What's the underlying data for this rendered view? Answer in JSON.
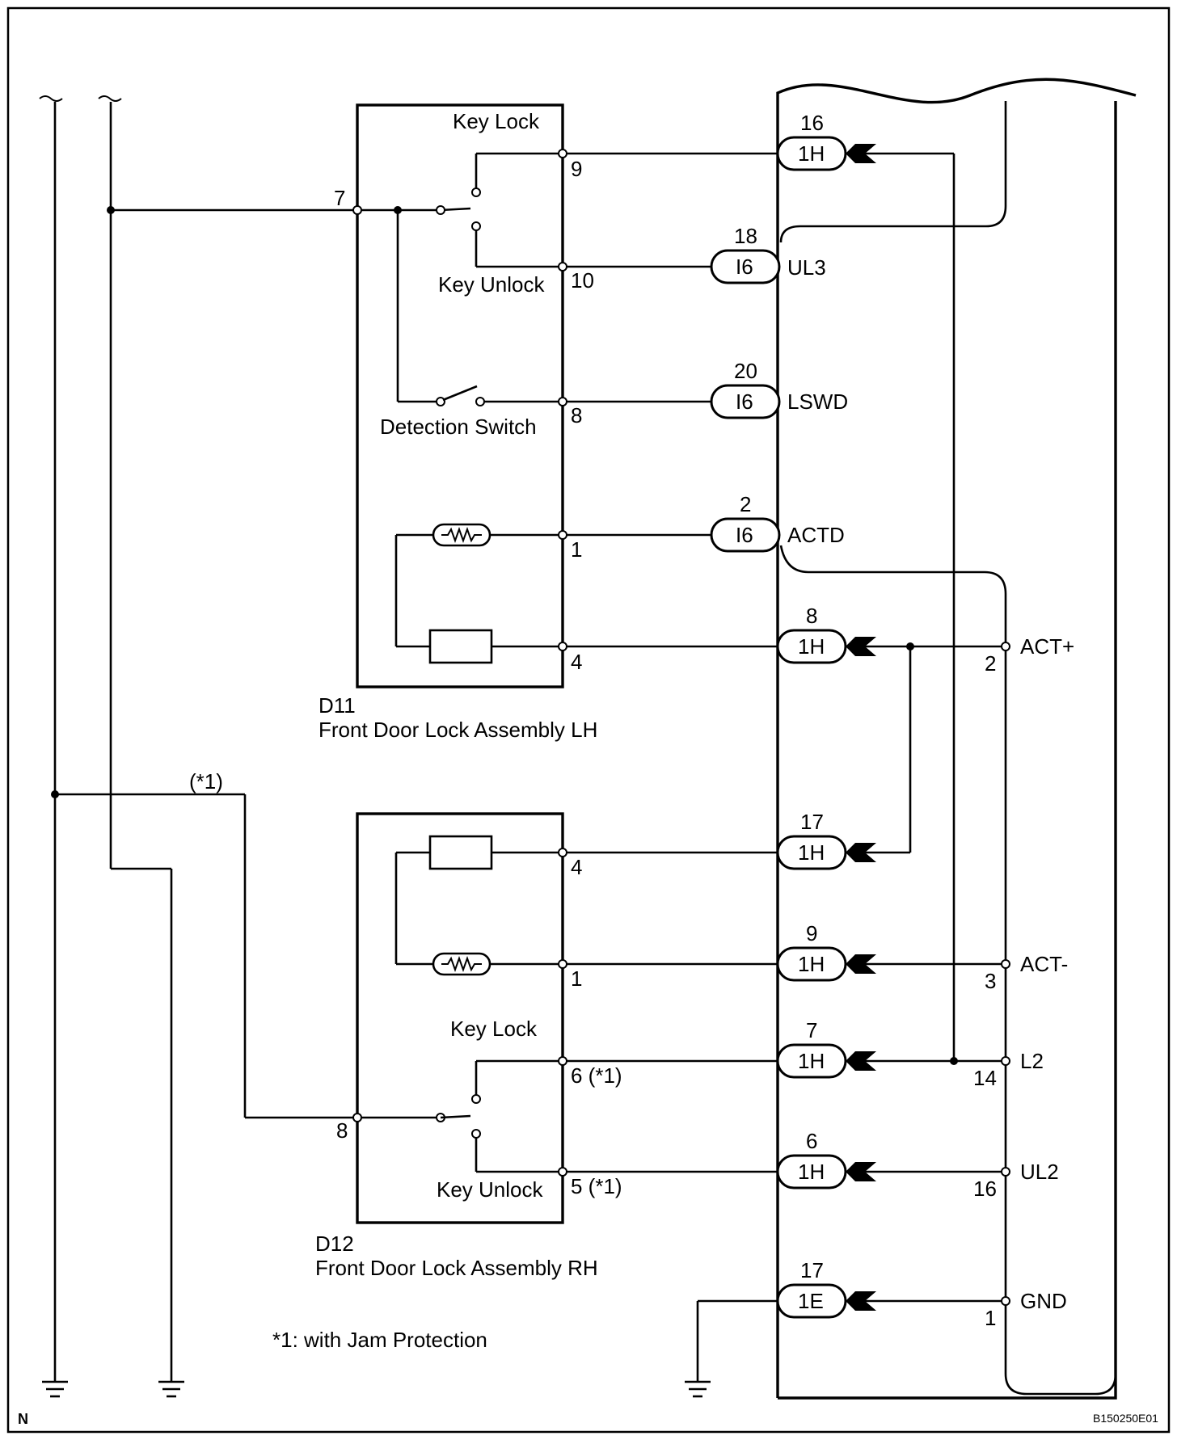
{
  "d11": {
    "id": "D11",
    "name": "Front Door Lock Assembly LH",
    "key_lock": "Key Lock",
    "key_unlock": "Key Unlock",
    "detection_switch": "Detection Switch",
    "pins": {
      "p9": "9",
      "p10": "10",
      "p8": "8",
      "p1": "1",
      "p4": "4",
      "p7": "7"
    }
  },
  "d12": {
    "id": "D12",
    "name": "Front Door Lock Assembly RH",
    "key_lock": "Key Lock",
    "key_unlock": "Key Unlock",
    "pins": {
      "p4": "4",
      "p1": "1",
      "p6": "6 (*1)",
      "p5": "5 (*1)",
      "p8": "8"
    }
  },
  "connectors": [
    {
      "code": "1H",
      "pin": "16"
    },
    {
      "code": "I6",
      "pin": "18"
    },
    {
      "code": "I6",
      "pin": "20"
    },
    {
      "code": "I6",
      "pin": "2"
    },
    {
      "code": "1H",
      "pin": "8"
    },
    {
      "code": "1H",
      "pin": "17"
    },
    {
      "code": "1H",
      "pin": "9"
    },
    {
      "code": "1H",
      "pin": "7"
    },
    {
      "code": "1H",
      "pin": "6"
    },
    {
      "code": "1E",
      "pin": "17"
    }
  ],
  "signals": {
    "ul3": "UL3",
    "lswd": "LSWD",
    "actd": "ACTD",
    "act_plus": "ACT+",
    "act_minus": "ACT-",
    "l2": "L2",
    "ul2": "UL2",
    "gnd": "GND"
  },
  "ecu_pins": {
    "act_plus": "2",
    "act_minus": "3",
    "l2": "14",
    "ul2": "16",
    "gnd": "1"
  },
  "note_marker": "(*1)",
  "footnote": "*1: with Jam Protection",
  "corner_left": "N",
  "figure_code": "B150250E01"
}
